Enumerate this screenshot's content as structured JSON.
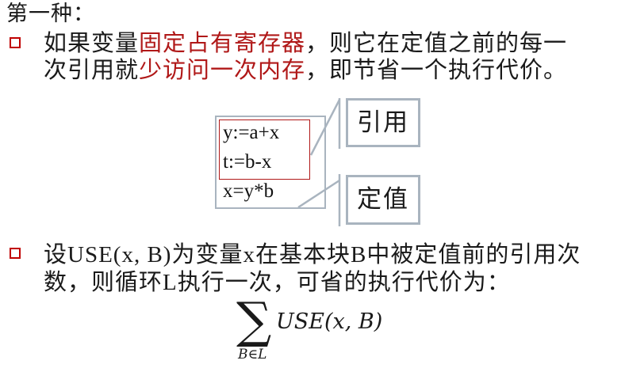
{
  "heading": "第一种：",
  "item1": {
    "line1_pre": "如果变量",
    "line1_red": "固定占有寄存器",
    "line1_post": "，则它在定值之前的每一",
    "line2_pre": "次引用就",
    "line2_red": "少访问一次内存",
    "line2_post": "，即节省一个执行代价。"
  },
  "code": {
    "lines": [
      "y:=a+x",
      "t:=b-x",
      "x=y*b"
    ]
  },
  "callouts": {
    "use": "引用",
    "def": "定值"
  },
  "item2": {
    "line1_a": "设",
    "line1_b": "USE(x, B)",
    "line1_c": "为变量",
    "line1_d": "x",
    "line1_e": "在基本块",
    "line1_f": "B",
    "line1_g": "中被定值前的引用次",
    "line2_a": "数，则循环",
    "line2_b": "L",
    "line2_c": "执行一次，可省的执行代价为："
  },
  "formula": {
    "sigma": "∑",
    "expression": "USE(x, B)",
    "subscript": "B∈L"
  },
  "colors": {
    "accent_red": "#b01818",
    "box_gray": "#a9b4bf"
  }
}
